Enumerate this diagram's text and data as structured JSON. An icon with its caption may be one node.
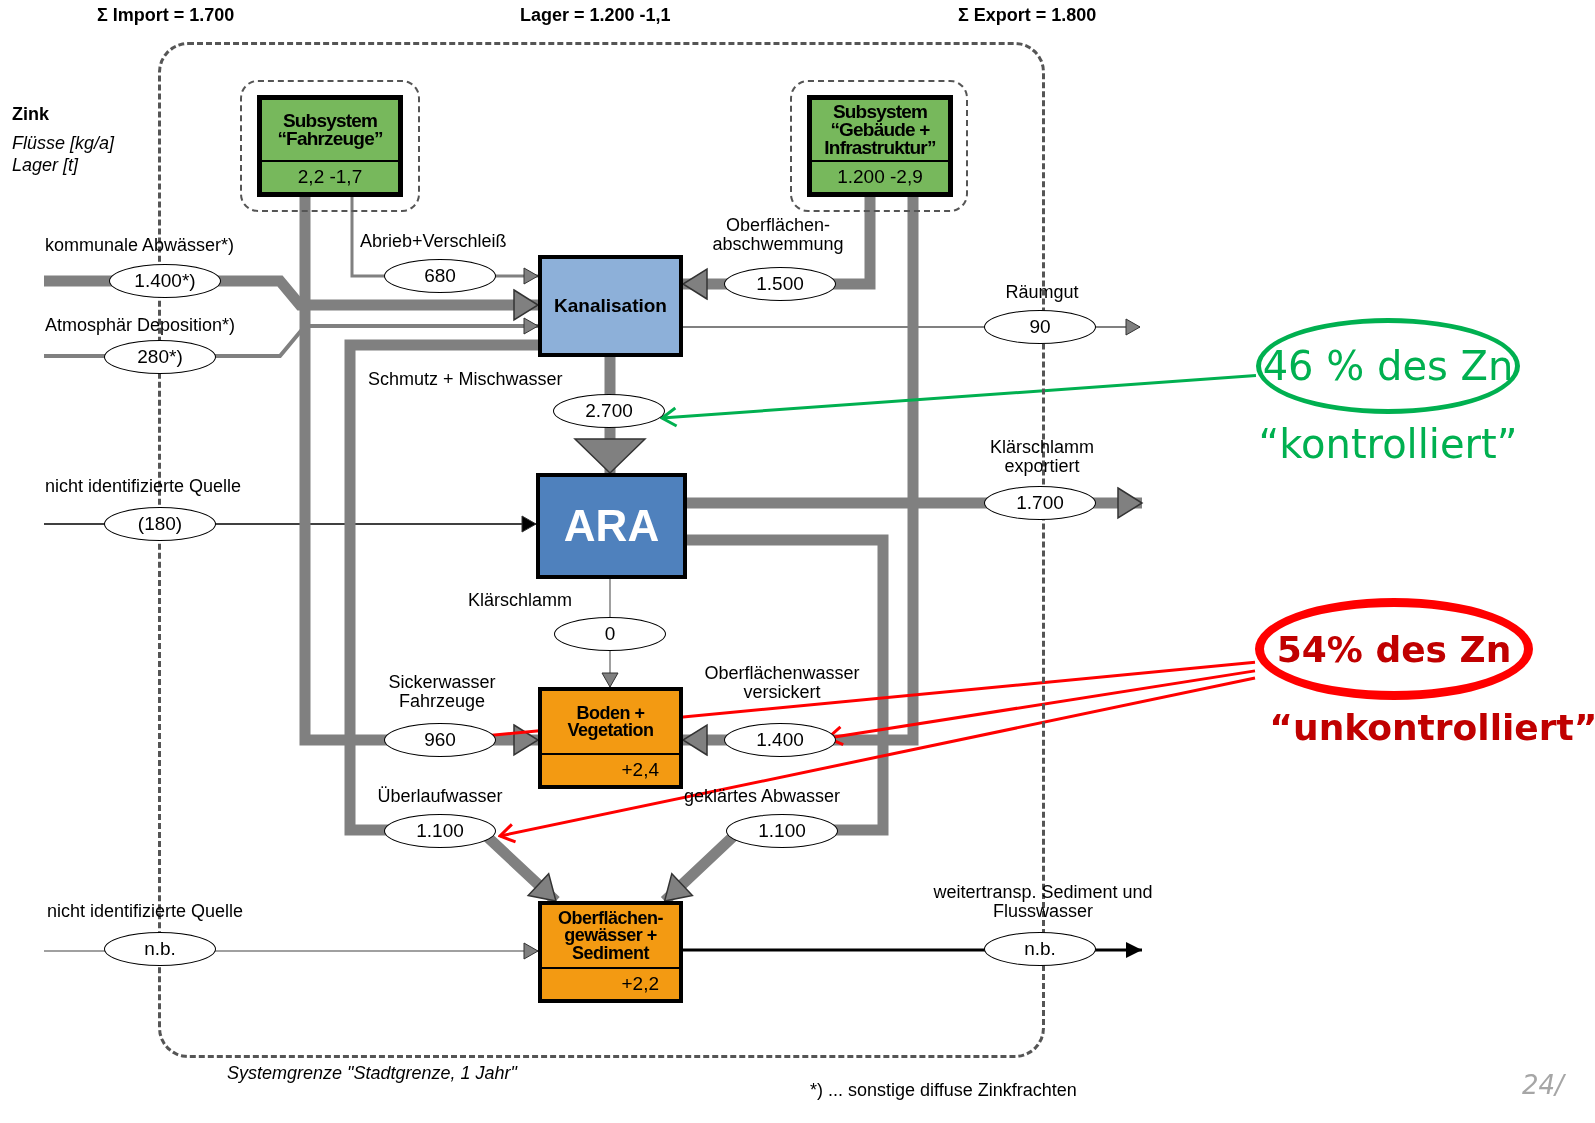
{
  "diagram": {
    "nodes": [
      {
        "text": [],
        "shape": "box",
        "beside": [
          "Systemgrenze \"Stadtgrenze, 1 Jahr\""
        ]
      },
      {
        "text": [],
        "shape": "box",
        "in": 0
      },
      {
        "text": [
          "Subsystem “Fahrzeuge”",
          "2,2  -1,7"
        ],
        "in": 1
      },
      {
        "text": [],
        "shape": "box",
        "in": 0
      },
      {
        "text": [
          "Subsystem “Gebäude + Infrastruktur”",
          "1.200  -2,9"
        ],
        "in": 3
      },
      {
        "text": [
          "Kanalisation"
        ],
        "in": 0
      },
      {
        "text": [
          "ARA"
        ],
        "in": 0
      },
      {
        "text": [
          "Boden + Vegetation",
          "+2,4"
        ],
        "in": 0
      },
      {
        "text": [
          "Oberflächen- gewässer + Sediment",
          "+2,2"
        ],
        "in": 0
      },
      {
        "text": [
          "46 % des Zn"
        ],
        "beside": [
          "“kontrolliert”"
        ]
      },
      {
        "text": [
          "54% des Zn"
        ],
        "beside": [
          "“unkontrolliert”"
        ]
      }
    ],
    "edges": [
      {
        "from": null,
        "to": 5,
        "arrow": "to",
        "label": "1.400*)",
        "style": "thick"
      },
      {
        "from": null,
        "to": 5,
        "arrow": "to",
        "label": "280*)"
      },
      {
        "from": 2,
        "to": 5,
        "arrow": "to",
        "label": "680"
      },
      {
        "from": 4,
        "to": 5,
        "arrow": "to",
        "label": "1.500",
        "style": "thick"
      },
      {
        "from": 5,
        "to": null,
        "arrow": "to",
        "label": "90"
      },
      {
        "from": 5,
        "to": 6,
        "arrow": "to",
        "label": "2.700",
        "style": "thick"
      },
      {
        "from": null,
        "to": 6,
        "arrow": "to",
        "label": "(180)",
        "color": "#000000"
      },
      {
        "from": 6,
        "to": null,
        "arrow": "to",
        "label": "1.700",
        "style": "thick"
      },
      {
        "from": 6,
        "to": 7,
        "arrow": "to",
        "label": "0"
      },
      {
        "from": 2,
        "to": 7,
        "arrow": "to",
        "label": "960",
        "style": "thick"
      },
      {
        "from": 4,
        "to": 7,
        "arrow": "to",
        "label": "1.400",
        "style": "thick"
      },
      {
        "from": 5,
        "to": 8,
        "arrow": "to",
        "label": "1.100",
        "style": "thick"
      },
      {
        "from": 6,
        "to": 8,
        "arrow": "to",
        "label": "1.100",
        "style": "thick"
      },
      {
        "from": null,
        "to": 8,
        "arrow": "to",
        "label": "n.b."
      },
      {
        "from": 8,
        "to": null,
        "arrow": "to",
        "label": "n.b.",
        "color": "#000000"
      },
      {
        "from": 9,
        "to": null,
        "arrow": "to",
        "color": "#00b050"
      },
      {
        "from": 10,
        "to": null,
        "arrow": "to",
        "color": "#ff0000"
      },
      {
        "from": 10,
        "to": null,
        "arrow": "to",
        "color": "#ff0000"
      },
      {
        "from": 10,
        "to": null,
        "arrow": "to",
        "color": "#ff0000"
      }
    ],
    "labels": [
      "Σ Import = 1.700",
      "Lager = 1.200  -1,1",
      "Σ Export = 1.800",
      "Zink",
      "Flüsse [kg/a]",
      "Lager [t]",
      "kommunale Abwässer*)",
      "Abrieb+Verschleiß",
      "Oberflächen- abschwemmung",
      "Atmosphär Deposition*)",
      "Räumgut",
      "Schmutz + Mischwasser",
      "Klärschlamm exportiert",
      "nicht identifizierte Quelle",
      "Klärschlamm",
      "Sickerwasser Fahrzeuge",
      "Oberflächenwasser versickert",
      "Überlaufwasser",
      "geklärtes Abwasser",
      "nicht identifizierte Quelle",
      "weitertransp. Sediment und Flusswasser",
      "*) ... sonstige diffuse Zinkfrachten",
      "24/"
    ]
  }
}
